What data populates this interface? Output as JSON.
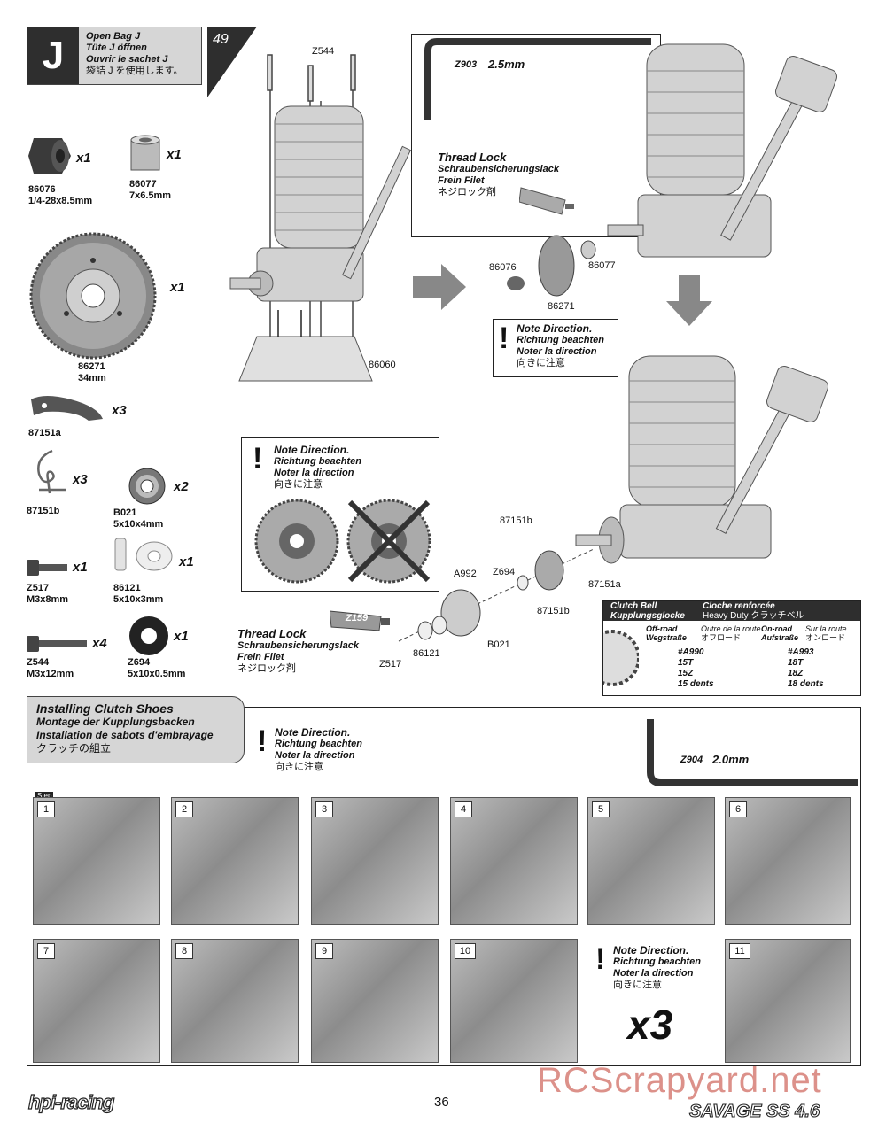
{
  "bag": {
    "letter": "J",
    "lines": [
      "Open Bag J",
      "Tüte J öffnen",
      "Ouvrir le sachet J",
      "袋詰 J を使用します。"
    ]
  },
  "step_number": "49",
  "parts": [
    {
      "code": "86076",
      "size": "1/4-28x8.5mm",
      "qty": "x1"
    },
    {
      "code": "86077",
      "size": "7x6.5mm",
      "qty": "x1"
    },
    {
      "code": "86271",
      "size": "34mm",
      "qty": "x1"
    },
    {
      "code": "87151a",
      "size": "",
      "qty": "x3"
    },
    {
      "code": "87151b",
      "size": "",
      "qty": "x3"
    },
    {
      "code": "B021",
      "size": "5x10x4mm",
      "qty": "x2"
    },
    {
      "code": "Z517",
      "size": "M3x8mm",
      "qty": "x1"
    },
    {
      "code": "86121",
      "size": "5x10x3mm",
      "qty": "x1"
    },
    {
      "code": "Z544",
      "size": "M3x12mm",
      "qty": "x4"
    },
    {
      "code": "Z694",
      "size": "5x10x0.5mm",
      "qty": "x1"
    }
  ],
  "diagram_labels": {
    "z544": "Z544",
    "z903": "Z903",
    "z903_size": "2.5mm",
    "n86060": "86060",
    "n86076": "86076",
    "n86077": "86077",
    "n86271": "86271",
    "n87151b": "87151b",
    "n87151a": "87151a",
    "n87151b2": "87151b",
    "a992": "A992",
    "z694": "Z694",
    "n86121": "86121",
    "b021": "B021",
    "z517": "Z517",
    "z159": "Z159"
  },
  "thread_lock": [
    "Thread Lock",
    "Schraubensicherungslack",
    "Frein Filet",
    "ネジロック剤"
  ],
  "note_direction": [
    "Note Direction.",
    "Richtung beachten",
    "Noter la direction",
    "向きに注意"
  ],
  "clutch_bell": {
    "head_left": [
      "Clutch Bell",
      "Kupplungsglocke"
    ],
    "head_right": [
      "Cloche renforcée",
      "Heavy Duty クラッチベル"
    ],
    "off_road": [
      "Off-road",
      "Wegstraße"
    ],
    "off_road_fr": [
      "Outre de la route",
      "オフロード"
    ],
    "on_road": [
      "On-road",
      "Aufstraße"
    ],
    "on_road_fr": [
      "Sur la route",
      "オンロード"
    ],
    "left_vals": [
      "#A990",
      "15T",
      "15Z",
      "15 dents"
    ],
    "right_vals": [
      "#A993",
      "18T",
      "18Z",
      "18 dents"
    ]
  },
  "installing": [
    "Installing Clutch Shoes",
    "Montage der Kupplungsbacken",
    "Installation de sabots d'embrayage",
    "クラッチの組立"
  ],
  "z904": "Z904",
  "z904_size": "2.0mm",
  "step_tag": "Step",
  "photo_steps": [
    "1",
    "2",
    "3",
    "4",
    "5",
    "6",
    "7",
    "8",
    "9",
    "10",
    "11"
  ],
  "x3_big": "x3",
  "footer": {
    "brand": "hpi-racing",
    "page": "36",
    "model": "SAVAGE SS 4.6",
    "watermark": "RCScrapyard.net"
  },
  "colors": {
    "dark": "#3a3a3a",
    "grey": "#d9d9d9",
    "watermark": "#c0392b"
  }
}
